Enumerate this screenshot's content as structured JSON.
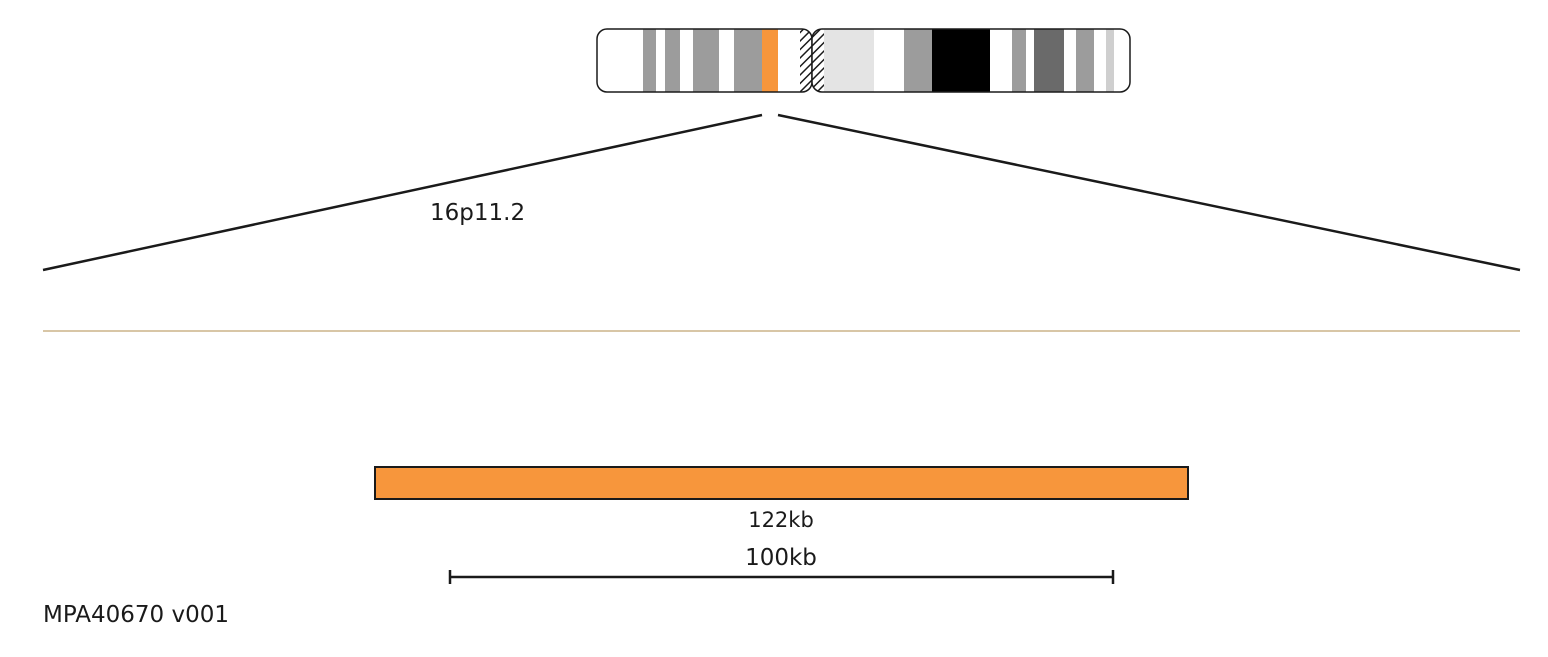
{
  "ideogram": {
    "band_label": "16p11.2",
    "highlight_color": "#f7963c"
  },
  "region": {
    "size_label": "122kb",
    "color": "#f7963c"
  },
  "scale_bar": {
    "label": "100kb"
  },
  "footer": {
    "probe_id": "MPA40670 v001"
  },
  "colors": {
    "divider": "#d8c6a6",
    "outline": "#1a1a1a"
  }
}
